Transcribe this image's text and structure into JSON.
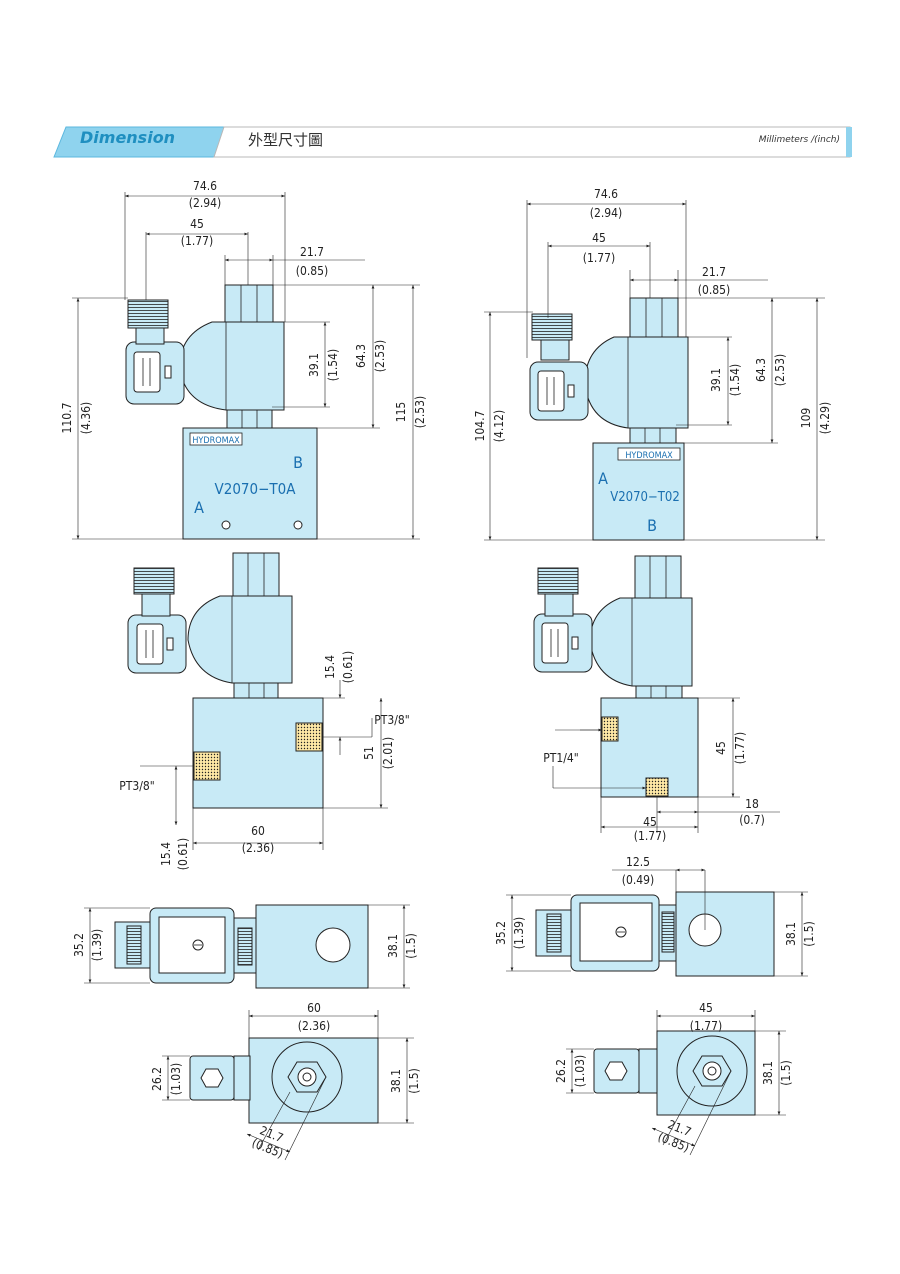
{
  "header": {
    "tab_title": "Dimension",
    "subtitle": "外型尺寸圖",
    "units": "Millimeters /(inch)"
  },
  "left": {
    "nameplate": "HYDROMAX",
    "model": "V2070−T0A",
    "port_a": "A",
    "port_b": "B",
    "width": "74.6",
    "width_in": "(2.94)",
    "coil_offset": "45",
    "coil_offset_in": "(1.77)",
    "hex": "21.7",
    "hex_in": "(0.85)",
    "h1": "39.1",
    "h1_in": "(1.54)",
    "h2": "64.3",
    "h2_in": "(2.53)",
    "h3": "115",
    "h3_in": "(2.53)",
    "total": "110.7",
    "total_in": "(4.36)",
    "side_top": "15.4",
    "side_top_in": "(0.61)",
    "port1": "PT3/8\"",
    "port2": "PT3/8\"",
    "side_h": "51",
    "side_h_in": "(2.01)",
    "side_w": "60",
    "side_w_in": "(2.36)",
    "side_bot": "15.4",
    "side_bot_in": "(0.61)",
    "top_h": "35.2",
    "top_h_in": "(1.39)",
    "top_w": "38.1",
    "top_w_in": "(1.5)",
    "bot_w": "60",
    "bot_w_in": "(2.36)",
    "bot_nut": "26.2",
    "bot_nut_in": "(1.03)",
    "bot_h": "38.1",
    "bot_h_in": "(1.5)",
    "bot_diag": "21.7",
    "bot_diag_in": "(0.85)"
  },
  "right": {
    "nameplate": "HYDROMAX",
    "model": "V2070−T02",
    "port_a": "A",
    "port_b": "B",
    "width": "74.6",
    "width_in": "(2.94)",
    "coil_offset": "45",
    "coil_offset_in": "(1.77)",
    "hex": "21.7",
    "hex_in": "(0.85)",
    "h1": "39.1",
    "h1_in": "(1.54)",
    "h2": "64.3",
    "h2_in": "(2.53)",
    "h3": "109",
    "h3_in": "(4.29)",
    "total": "104.7",
    "total_in": "(4.12)",
    "port": "PT1/4\"",
    "side_h": "45",
    "side_h_in": "(1.77)",
    "side_w": "45",
    "side_w_in": "(1.77)",
    "side_off": "18",
    "side_off_in": "(0.7)",
    "top_off": "12.5",
    "top_off_in": "(0.49)",
    "top_h": "35.2",
    "top_h_in": "(1.39)",
    "top_w": "38.1",
    "top_w_in": "(1.5)",
    "bot_w": "45",
    "bot_w_in": "(1.77)",
    "bot_nut": "26.2",
    "bot_nut_in": "(1.03)",
    "bot_h": "38.1",
    "bot_h_in": "(1.5)",
    "bot_diag": "21.7",
    "bot_diag_in": "(0.85)"
  }
}
